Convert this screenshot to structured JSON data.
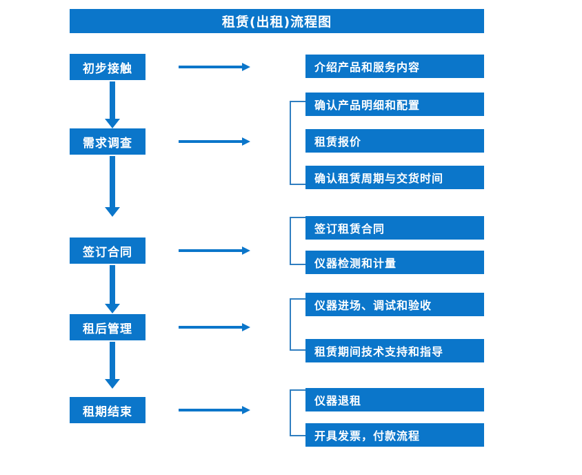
{
  "diagram": {
    "title": "租赁(出租)流程图",
    "accent_color": "#0b76ca",
    "text_color": "#ffffff",
    "background_color": "#ffffff",
    "stages": [
      {
        "id": "stage-initial-contact",
        "label": "初步接触",
        "arrow_icon": "right-arrow-icon",
        "bracket": false,
        "details": [
          {
            "id": "detail-introduce-products",
            "label": "介绍产品和服务内容"
          }
        ]
      },
      {
        "id": "stage-requirement-survey",
        "label": "需求调查",
        "arrow_icon": "right-arrow-icon",
        "bracket": true,
        "details": [
          {
            "id": "detail-confirm-spec",
            "label": "确认产品明细和配置"
          },
          {
            "id": "detail-rental-quote",
            "label": "租赁报价"
          },
          {
            "id": "detail-confirm-period",
            "label": "确认租赁周期与交货时间"
          }
        ]
      },
      {
        "id": "stage-sign-contract",
        "label": "签订合同",
        "arrow_icon": "right-arrow-icon",
        "bracket": true,
        "details": [
          {
            "id": "detail-sign-rental-contract",
            "label": "签订租赁合同"
          },
          {
            "id": "detail-instrument-test",
            "label": "仪器检测和计量"
          }
        ]
      },
      {
        "id": "stage-post-rental-management",
        "label": "租后管理",
        "arrow_icon": "right-arrow-icon",
        "bracket": true,
        "details": [
          {
            "id": "detail-instrument-entry",
            "label": "仪器进场、调试和验收"
          },
          {
            "id": "detail-tech-support",
            "label": "租赁期间技术支持和指导"
          }
        ]
      },
      {
        "id": "stage-rental-end",
        "label": "租期结束",
        "arrow_icon": "right-arrow-icon",
        "bracket": true,
        "details": [
          {
            "id": "detail-return-instrument",
            "label": "仪器退租"
          },
          {
            "id": "detail-invoice-payment",
            "label": "开具发票，付款流程"
          }
        ]
      }
    ],
    "flow_connectors": [
      {
        "id": "connector-1",
        "icon": "down-arrow-icon",
        "from": "初步接触",
        "to": "需求调查"
      },
      {
        "id": "connector-2",
        "icon": "down-arrow-icon",
        "from": "需求调查",
        "to": "签订合同"
      },
      {
        "id": "connector-3",
        "icon": "down-arrow-icon",
        "from": "签订合同",
        "to": "租后管理"
      },
      {
        "id": "connector-4",
        "icon": "down-arrow-icon",
        "from": "租后管理",
        "to": "租期结束"
      }
    ]
  }
}
